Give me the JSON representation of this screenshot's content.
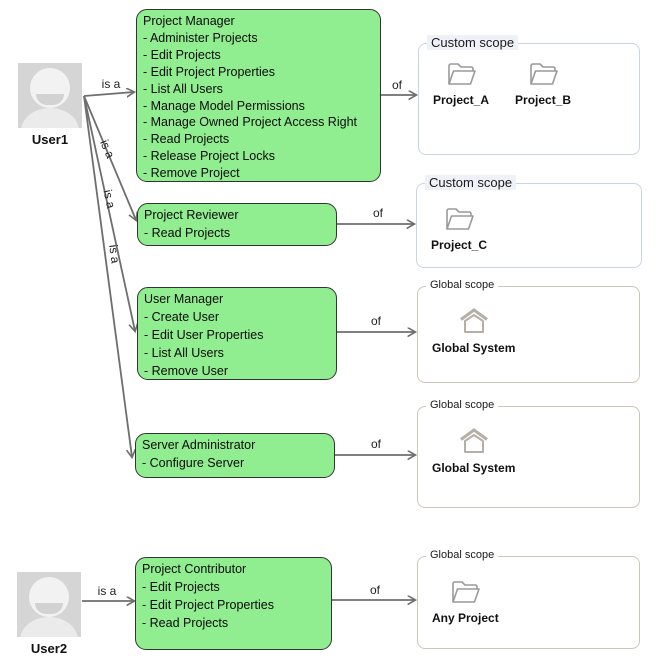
{
  "users": [
    {
      "name": "User1"
    },
    {
      "name": "User2"
    }
  ],
  "edge_labels": {
    "is_a": "is a",
    "of": "of"
  },
  "roles": [
    {
      "title": "Project Manager",
      "permissions": [
        "- Administer Projects",
        "- Edit Projects",
        "- Edit Project Properties",
        "- List All Users",
        "- Manage Model Permissions",
        "- Manage Owned Project Access Right",
        "- Read Projects",
        "- Release Project Locks",
        "- Remove Project"
      ]
    },
    {
      "title": "Project Reviewer",
      "permissions": [
        "- Read Projects"
      ]
    },
    {
      "title": "User Manager",
      "permissions": [
        "- Create User",
        "- Edit User Properties",
        "- List All Users",
        "- Remove User"
      ]
    },
    {
      "title": "Server Administrator",
      "permissions": [
        "- Configure Server"
      ]
    },
    {
      "title": "Project Contributor",
      "permissions": [
        "- Edit Projects",
        "- Edit Project Properties",
        "- Read Projects"
      ]
    }
  ],
  "scopes": [
    {
      "label": "Custom scope",
      "items": [
        {
          "icon": "folder-icon",
          "name": "Project_A"
        },
        {
          "icon": "folder-icon",
          "name": "Project_B"
        }
      ]
    },
    {
      "label": "Custom scope",
      "items": [
        {
          "icon": "folder-icon",
          "name": "Project_C"
        }
      ]
    },
    {
      "label": "Global scope",
      "items": [
        {
          "icon": "home-icon",
          "name": "Global System"
        }
      ]
    },
    {
      "label": "Global scope",
      "items": [
        {
          "icon": "home-icon",
          "name": "Global System"
        }
      ]
    },
    {
      "label": "Global scope",
      "items": [
        {
          "icon": "folder-icon",
          "name": "Any Project"
        }
      ]
    }
  ],
  "colors": {
    "role_fill": "#90ee90",
    "role_border": "#333333",
    "arrow": "#6e6e6e",
    "custom_scope_border": "#c9d5e3",
    "global_scope_border": "#ccc7ba",
    "avatar_background": "#d5d5d5"
  }
}
